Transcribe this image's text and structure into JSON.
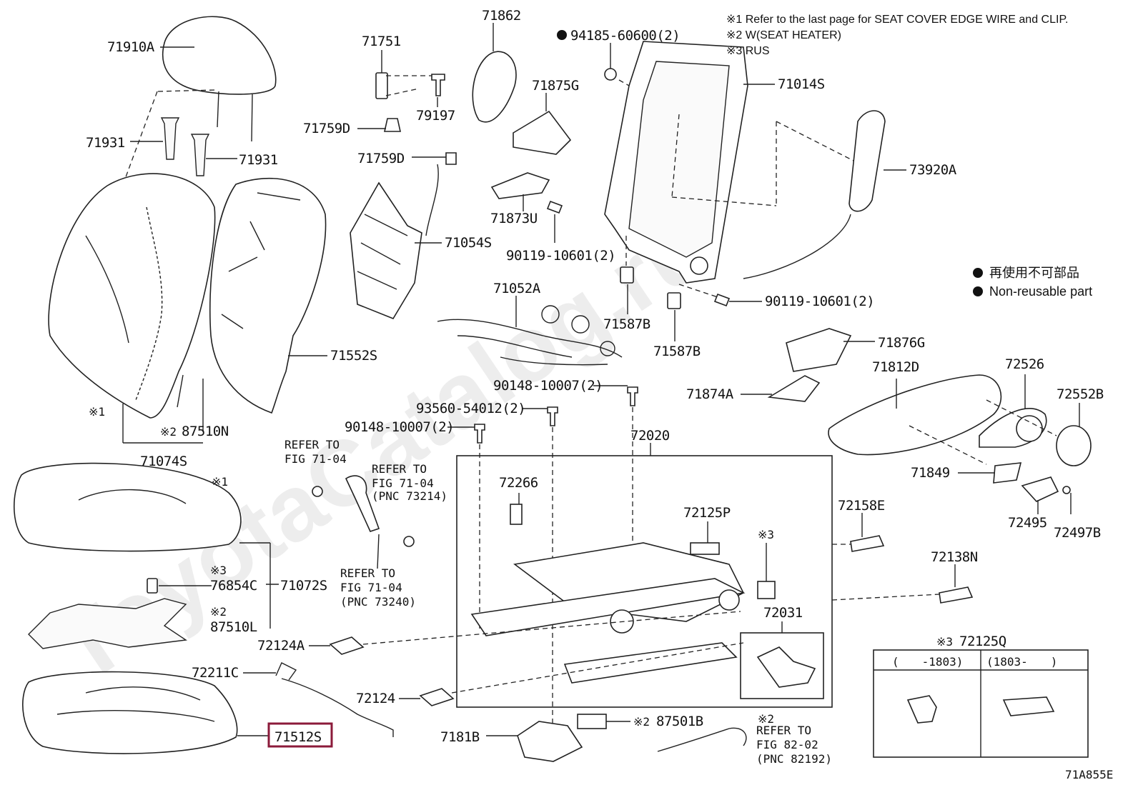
{
  "notes": [
    "※1 Refer to the last page for SEAT COVER EDGE WIRE and CLIP.",
    "※2 W(SEAT HEATER)",
    "※3 RUS"
  ],
  "legend": {
    "jp": "再使用不可部品",
    "en": "Non-reusable part"
  },
  "watermark": "ToyotaCatalog.ru",
  "figure_id": "71A855E",
  "parts": {
    "p71910A": "71910A",
    "p71931a": "71931",
    "p71931b": "71931",
    "p71751": "71751",
    "p79197": "79197",
    "p71759Da": "71759D",
    "p71759Db": "71759D",
    "p71862": "71862",
    "p94185": "94185-60600(2)",
    "p71875G": "71875G",
    "p71014S": "71014S",
    "p73920A": "73920A",
    "p71054S": "71054S",
    "p71873U": "71873U",
    "p90119a": "90119-10601(2)",
    "p90119b": "90119-10601(2)",
    "p71052A": "71052A",
    "p71587Ba": "71587B",
    "p71587Bb": "71587B",
    "p71552S": "71552S",
    "p87510N": "87510N",
    "p71074S": "71074S",
    "p71876G": "71876G",
    "p71812D": "71812D",
    "p72526": "72526",
    "p72552B": "72552B",
    "p71874A": "71874A",
    "p90148a": "90148-10007(2)",
    "p93560": "93560-54012(2)",
    "p90148b": "90148-10007(2)",
    "p72020": "72020",
    "p71849": "71849",
    "p72495": "72495",
    "p72497B": "72497B",
    "p72266": "72266",
    "p72125P": "72125P",
    "p72158E": "72158E",
    "p72138N": "72138N",
    "p76854C": "76854C",
    "p71072S": "71072S",
    "p87510L": "87510L",
    "p72031": "72031",
    "p72124A": "72124A",
    "p72211C": "72211C",
    "p72124": "72124",
    "p71512S": "71512S",
    "p7181B": "7181B",
    "p87501B": "87501B",
    "p72125Q": "72125Q"
  },
  "marks": {
    "n1": "※1",
    "n2": "※2",
    "n3": "※3"
  },
  "refs": {
    "r1_l1": "REFER TO",
    "r1_l2": "FIG 71-04",
    "r2_l1": "REFER TO",
    "r2_l2": "FIG 71-04",
    "r2_l3": "(PNC 73214)",
    "r3_l1": "REFER TO",
    "r3_l2": "FIG 71-04",
    "r3_l3": "(PNC 73240)",
    "r4_l1": "REFER TO",
    "r4_l2": "FIG 82-02",
    "r4_l3": "(PNC 82192)"
  },
  "variant_table": {
    "col1": "(　　-1803)",
    "col2": "(1803-　　)"
  },
  "highlight_color": "#8b1a3a"
}
